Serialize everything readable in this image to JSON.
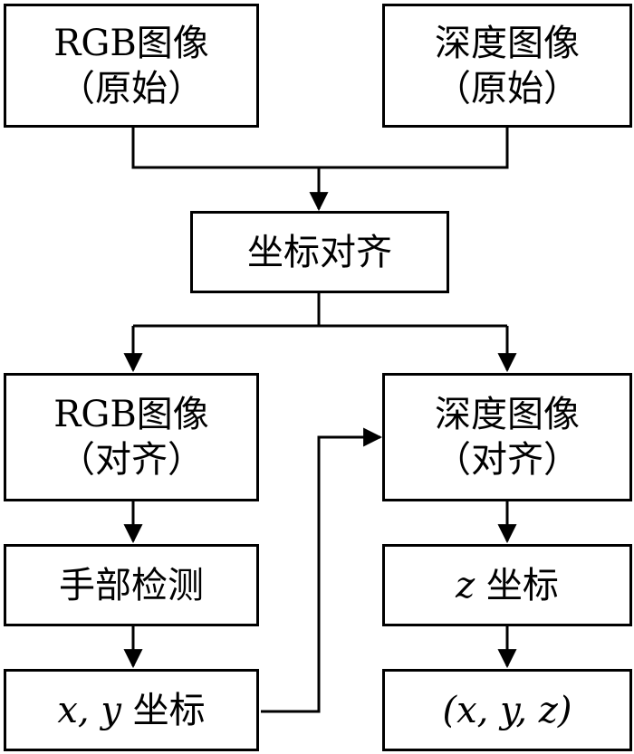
{
  "nodes": {
    "rgb_raw": {
      "line1": "RGB图像",
      "line2": "（原始）"
    },
    "depth_raw": {
      "line1": "深度图像",
      "line2": "（原始）"
    },
    "align": {
      "label": "坐标对齐"
    },
    "rgb_aligned": {
      "line1": "RGB图像",
      "line2": "（对齐）"
    },
    "depth_aligned": {
      "line1": "深度图像",
      "line2": "（对齐）"
    },
    "hand_detect": {
      "label": "手部检测"
    },
    "z_coord": {
      "var": "z",
      "label": " 坐标"
    },
    "xy_coord": {
      "var": "x, y",
      "label": " 坐标"
    },
    "xyz": {
      "label": "(x, y, z)"
    }
  },
  "colors": {
    "stroke": "#000000",
    "fill": "#ffffff"
  }
}
